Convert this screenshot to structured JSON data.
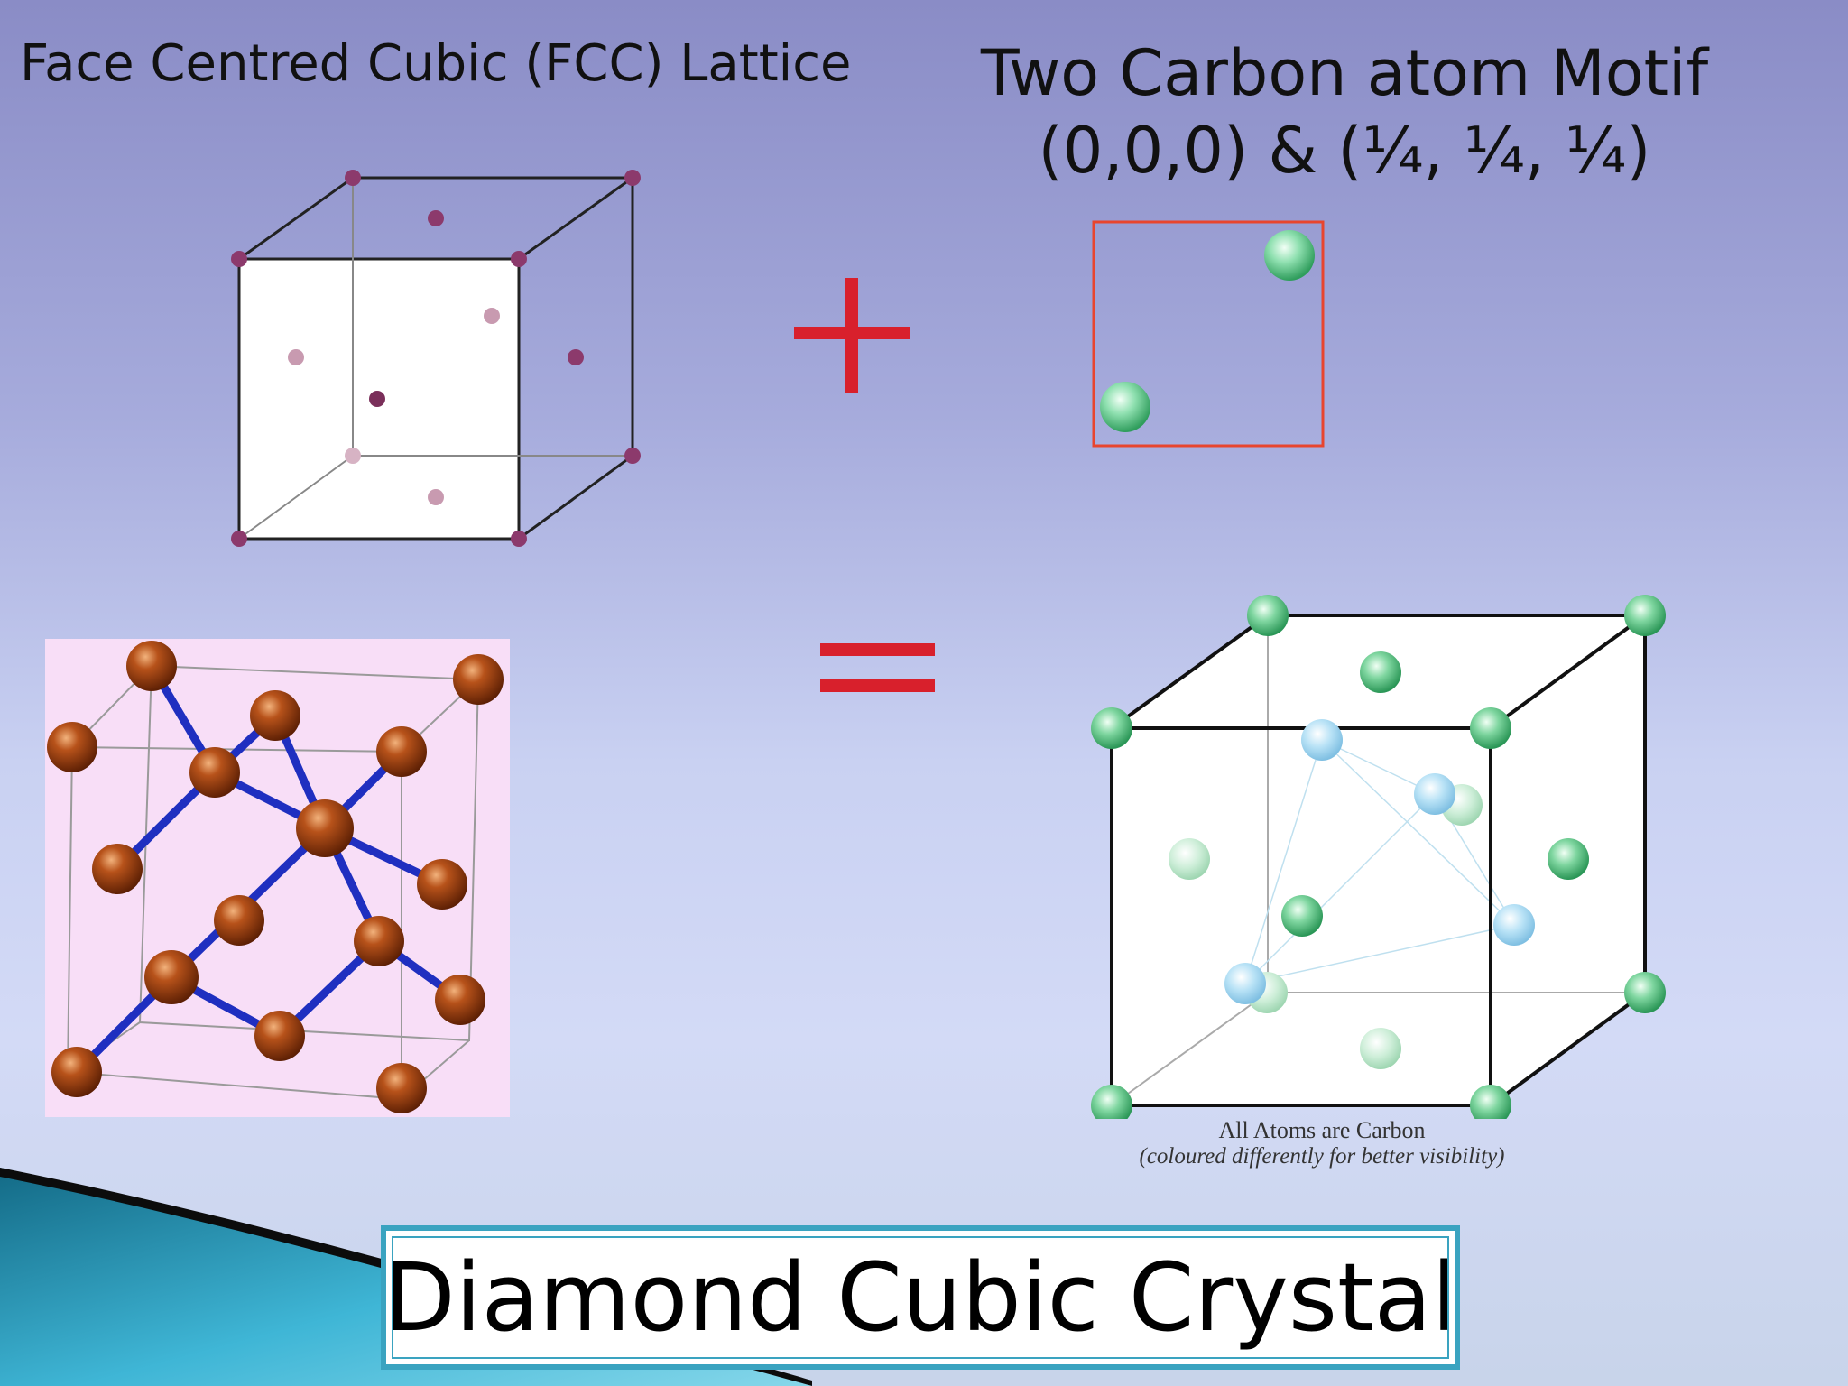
{
  "lattice": {
    "title": "Face Centred Cubic (FCC) Lattice"
  },
  "motif": {
    "title_line1": "Two Carbon atom Motif",
    "title_line2": "(0,0,0) & (¼, ¼, ¼)"
  },
  "operators": {
    "plus": "+",
    "equals": "="
  },
  "diamond": {
    "caption_line1": "All Atoms are Carbon",
    "caption_line2": "(coloured differently for better visibility)"
  },
  "slide": {
    "title": "Diamond Cubic Crystal"
  },
  "colors": {
    "operator": "#d8202c",
    "lattice_point": "#8c3a6c",
    "carbon_green": "#4fc27a",
    "carbon_blue": "#9fd4ee",
    "ball_atom": "#a8400e",
    "bond": "#1f2fc0",
    "motif_box": "#e8452e",
    "title_border": "#3aa3c0"
  },
  "icons": {
    "plus": "plus-icon",
    "equals": "equals-icon"
  }
}
